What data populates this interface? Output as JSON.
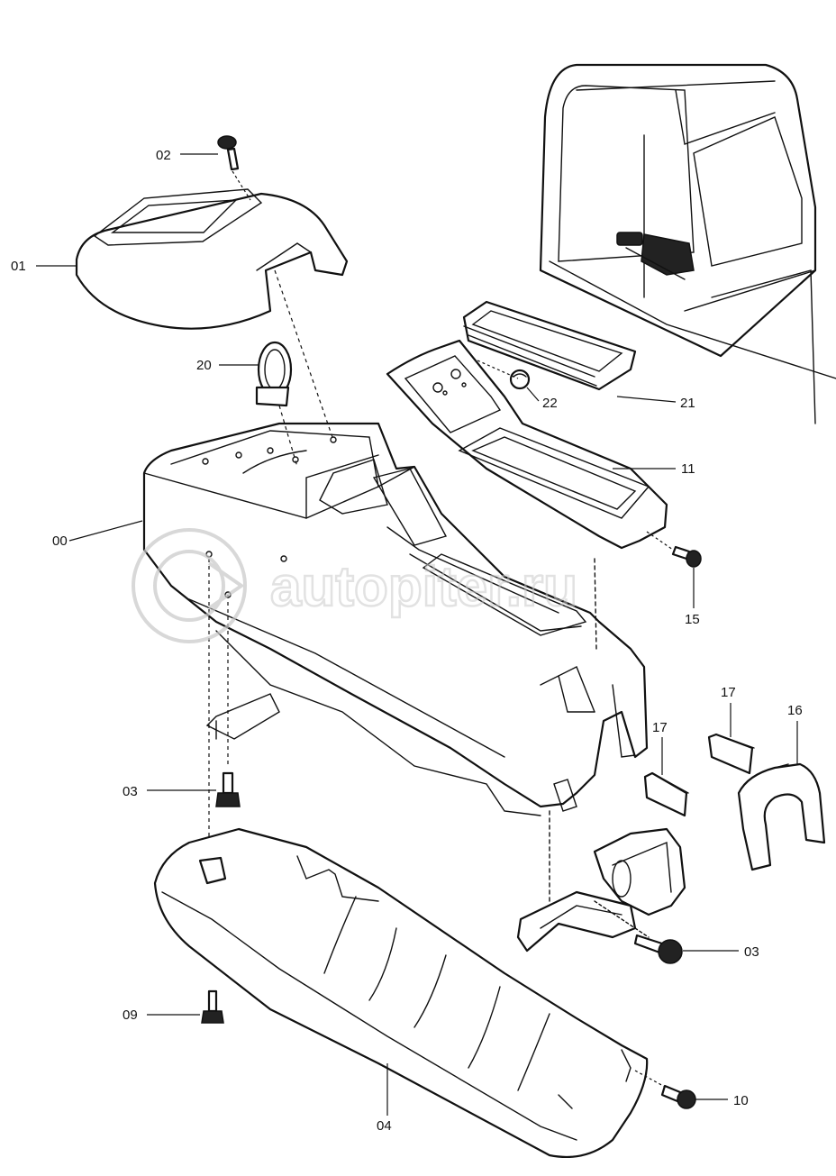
{
  "watermark": {
    "text": "autopiter.ru"
  },
  "callouts": [
    {
      "id": "00",
      "label": "00"
    },
    {
      "id": "01",
      "label": "01"
    },
    {
      "id": "02",
      "label": "02"
    },
    {
      "id": "03a",
      "label": "03"
    },
    {
      "id": "03b",
      "label": "03"
    },
    {
      "id": "04",
      "label": "04"
    },
    {
      "id": "09",
      "label": "09"
    },
    {
      "id": "10",
      "label": "10"
    },
    {
      "id": "11",
      "label": "11"
    },
    {
      "id": "15",
      "label": "15"
    },
    {
      "id": "16",
      "label": "16"
    },
    {
      "id": "17a",
      "label": "17"
    },
    {
      "id": "17b",
      "label": "17"
    },
    {
      "id": "20",
      "label": "20"
    },
    {
      "id": "21",
      "label": "21"
    },
    {
      "id": "22",
      "label": "22"
    }
  ]
}
